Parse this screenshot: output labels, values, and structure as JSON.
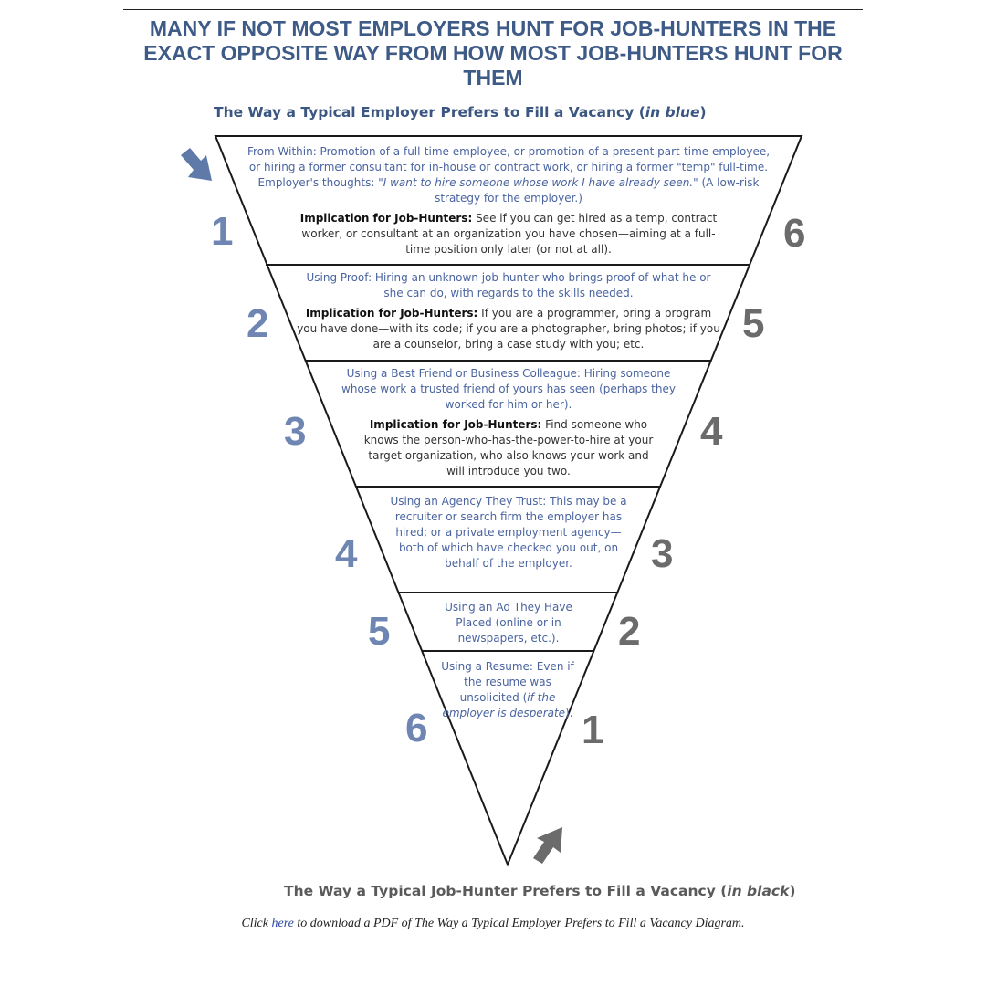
{
  "title": "MANY IF NOT MOST EMPLOYERS HUNT FOR JOB-HUNTERS IN THE EXACT OPPOSITE WAY FROM HOW MOST JOB-HUNTERS HUNT FOR THEM",
  "top_caption": {
    "text": "The Way a Typical Employer Prefers to Fill a Vacancy (",
    "emph": "in blue",
    "close": ")"
  },
  "bottom_caption": {
    "text": "The Way a Typical Job-Hunter Prefers to Fill a Vacancy (",
    "emph": "in black",
    "close": ")"
  },
  "levels": [
    {
      "employer_rank": "1",
      "jobhunter_rank": "6",
      "strategy_a": "From Within: Promotion of a full-time employee, or promotion of a present part-time employee, or hiring a former consultant for in-house or contract work, or hiring a former \"temp\" full-time. Employer's thoughts: ",
      "strategy_quote": "\"I want to hire someone whose work I have already seen.\"",
      "strategy_b": " (A low-risk strategy for the employer.)",
      "implication_label": "Implication for Job-Hunters:",
      "implication": " See if you can get hired as a temp, contract worker, or consultant at an organization you have chosen—aiming at a full-time position only later (or not at all)."
    },
    {
      "employer_rank": "2",
      "jobhunter_rank": "5",
      "strategy": "Using Proof: Hiring an unknown job-hunter who brings proof of what he or she can do, with regards to the skills needed.",
      "implication_label": "Implication for Job-Hunters:",
      "implication": " If you are a programmer, bring a program you have done—with its code; if you are a photographer, bring photos; if you are a counselor, bring a case study with you; etc."
    },
    {
      "employer_rank": "3",
      "jobhunter_rank": "4",
      "strategy": "Using a Best Friend or Business Colleague: Hiring someone whose work a trusted friend of yours has seen (perhaps they worked for him or her).",
      "implication_label": "Implication for Job-Hunters:",
      "implication": " Find someone who knows the person-who-has-the-power-to-hire at your target organization, who also knows your work and will introduce you two."
    },
    {
      "employer_rank": "4",
      "jobhunter_rank": "3",
      "strategy": "Using an Agency They Trust: This may be a recruiter or search firm the employer has hired; or a private employment agency—both of which have checked you out, on behalf of the employer."
    },
    {
      "employer_rank": "5",
      "jobhunter_rank": "2",
      "strategy": "Using an Ad They Have Placed (online or in newspapers, etc.)."
    },
    {
      "employer_rank": "6",
      "jobhunter_rank": "1",
      "strategy_a": "Using a Resume: Even if the resume was unsolicited (",
      "strategy_em": "if the employer is desperate",
      "strategy_b": ")."
    }
  ],
  "footer": {
    "pre": "Click ",
    "link": "here",
    "post": " to download a PDF of The Way a Typical Employer Prefers to Fill a Vacancy Diagram."
  },
  "colors": {
    "employer": "#4a64a0",
    "jobhunter": "#6b6b6b",
    "title": "#3e5a86"
  },
  "icons": {
    "employer_arrow": "arrow-down-right-icon",
    "jobhunter_arrow": "arrow-up-right-icon"
  }
}
